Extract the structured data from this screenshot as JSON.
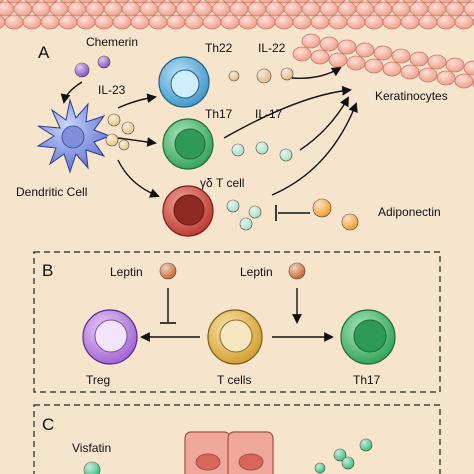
{
  "panels": {
    "a": {
      "letter": "A",
      "chemerin": "Chemerin",
      "il23": "IL-23",
      "dendritic_cell": "Dendritic Cell",
      "th22": "Th22",
      "il22": "IL-22",
      "th17": "Th17",
      "il17": "IL-17",
      "gd_t_cell": "γδ T cell",
      "keratinocytes": "Keratinocytes",
      "adiponectin": "Adiponectin"
    },
    "b": {
      "letter": "B",
      "leptin_left": "Leptin",
      "leptin_right": "Leptin",
      "treg": "Treg",
      "t_cells": "T cells",
      "th17": "Th17"
    },
    "c": {
      "letter": "C",
      "visfatin": "Visfatin"
    }
  },
  "colors": {
    "background": "#f6e4cd",
    "skin_cell": "#f3b8a6",
    "th22": "#5aaed8",
    "th17": "#3fb56c",
    "gd_t": "#c9443c",
    "treg": "#b57be0",
    "t_cell": "#e2b44c",
    "chemerin": "#8a53c4",
    "il23": "#e9c98a",
    "il22": "#e6b98a",
    "il17": "#a8e0cc",
    "adiponectin": "#f0a030",
    "leptin": "#c96a2f",
    "visfatin": "#3fbf80"
  }
}
